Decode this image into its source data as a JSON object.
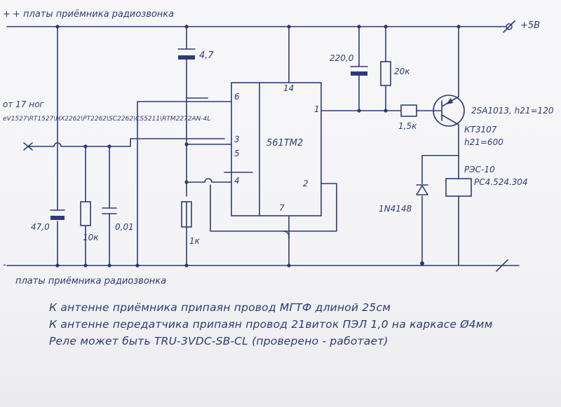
{
  "rails": {
    "top_label": "+ платы приёмника радиозвонка",
    "top_sign": "+",
    "supply": "+5В",
    "bottom_sign": "-",
    "bottom_label": "платы приёмника радиозвонка"
  },
  "input": {
    "line1": "от 17 ног",
    "line2": "eV1527\\RT1527\\HX2262\\PT2262\\SC2262\\CS5211\\RTM2272AN-4L"
  },
  "chip": {
    "name": "561ТМ2",
    "pins": {
      "p6": "6",
      "p3": "3",
      "p5": "5",
      "p4": "4",
      "p14": "14",
      "p1": "1",
      "p2": "2",
      "p7": "7"
    }
  },
  "components": {
    "c_top": "4,7",
    "c_220": "220,0",
    "r_20k": "20к",
    "r_15k": "1,5к",
    "transistor_line1": "2SA1013, h21=120",
    "transistor_line2": "КТ3107",
    "transistor_line3": "h21=600",
    "c_47": "47,0",
    "r_10k": "10к",
    "c_001": "0,01",
    "r_1k": "1к",
    "diode": "1N4148",
    "relay_line1": "РЭС-10",
    "relay_line2": "РС4.524.304"
  },
  "notes": [
    "К антенне приёмника припаян провод МГТФ длиной 25см",
    "К антенне передатчика припаян провод 21виток ПЭЛ 1,0 на каркасе Ø4мм",
    "Реле может быть TRU-3VDC-SB-CL (проверено - работает)"
  ],
  "colors": {
    "ink": "#2c3a78",
    "paper": "#f5f5f7"
  }
}
